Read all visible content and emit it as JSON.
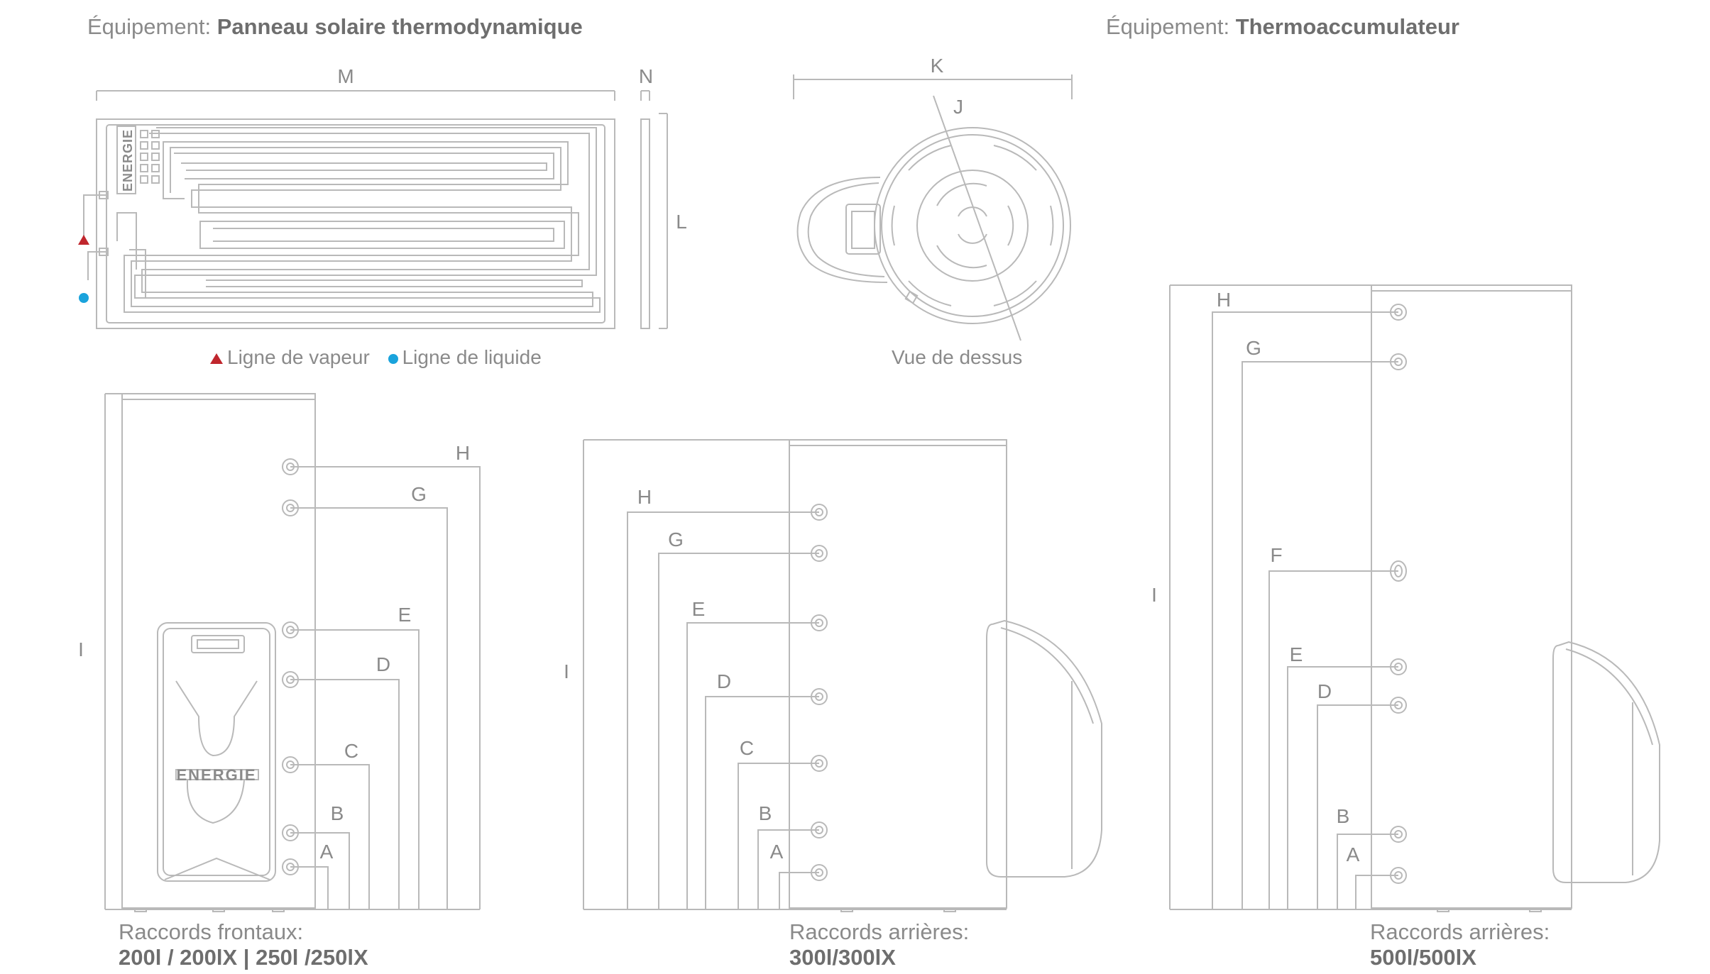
{
  "headers": {
    "left_prefix": "Équipement:",
    "left_bold": "Panneau solaire thermodynamique",
    "right_prefix": "Équipement:",
    "right_bold": "Thermoaccumulateur"
  },
  "panel": {
    "dim_width": "M",
    "dim_depth": "N",
    "dim_height": "L",
    "brand_vertical": "ENERGIE",
    "legend": {
      "vapor": "Ligne de vapeur",
      "liquid": "Ligne de liquide"
    },
    "colors": {
      "vapor": "#c0262d",
      "liquid": "#1aa3dc"
    }
  },
  "top_view": {
    "dim_diameter": "K",
    "dim_axis": "J",
    "caption": "Vue de dessus"
  },
  "tank_front": {
    "height_label": "I",
    "connections": [
      "H",
      "G",
      "E",
      "D",
      "C",
      "B",
      "A"
    ],
    "brand": "ENERGIE",
    "caption_line1": "Raccords frontaux:",
    "caption_line2": "200l / 200lX | 250l /250lX"
  },
  "tank_mid": {
    "height_label": "I",
    "connections": [
      "H",
      "G",
      "E",
      "D",
      "C",
      "B",
      "A"
    ],
    "caption_line1": "Raccords arrières:",
    "caption_line2": "300l/300lX"
  },
  "tank_right": {
    "height_label": "I",
    "connections": [
      "H",
      "G",
      "F",
      "E",
      "D",
      "B",
      "A"
    ],
    "caption_line1": "Raccords arrières:",
    "caption_line2": "500l/500lX"
  }
}
